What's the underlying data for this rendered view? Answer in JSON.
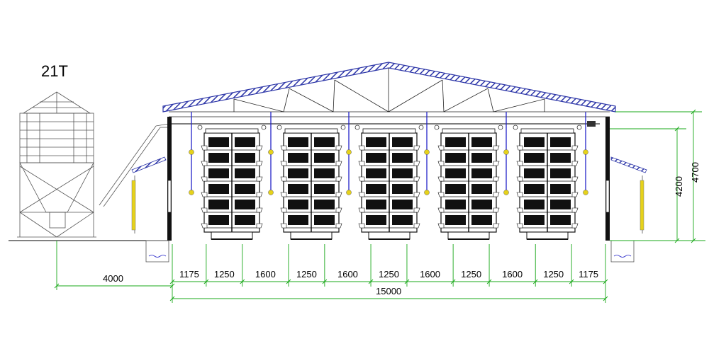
{
  "silo": {
    "capacity_label": "21T"
  },
  "dimensions": {
    "silo_offset": "4000",
    "total_width": "15000",
    "segments": [
      "1175",
      "1250",
      "1600",
      "1250",
      "1600",
      "1250",
      "1600",
      "1250",
      "1600",
      "1250",
      "1175"
    ],
    "wall_height": "4200",
    "ridge_height": "4700"
  },
  "colors": {
    "roof": "#2d36a8",
    "dimension": "#1aa81a",
    "water_line": "#2323c8",
    "lamp": "#e6d21a",
    "cage": "#111111"
  }
}
